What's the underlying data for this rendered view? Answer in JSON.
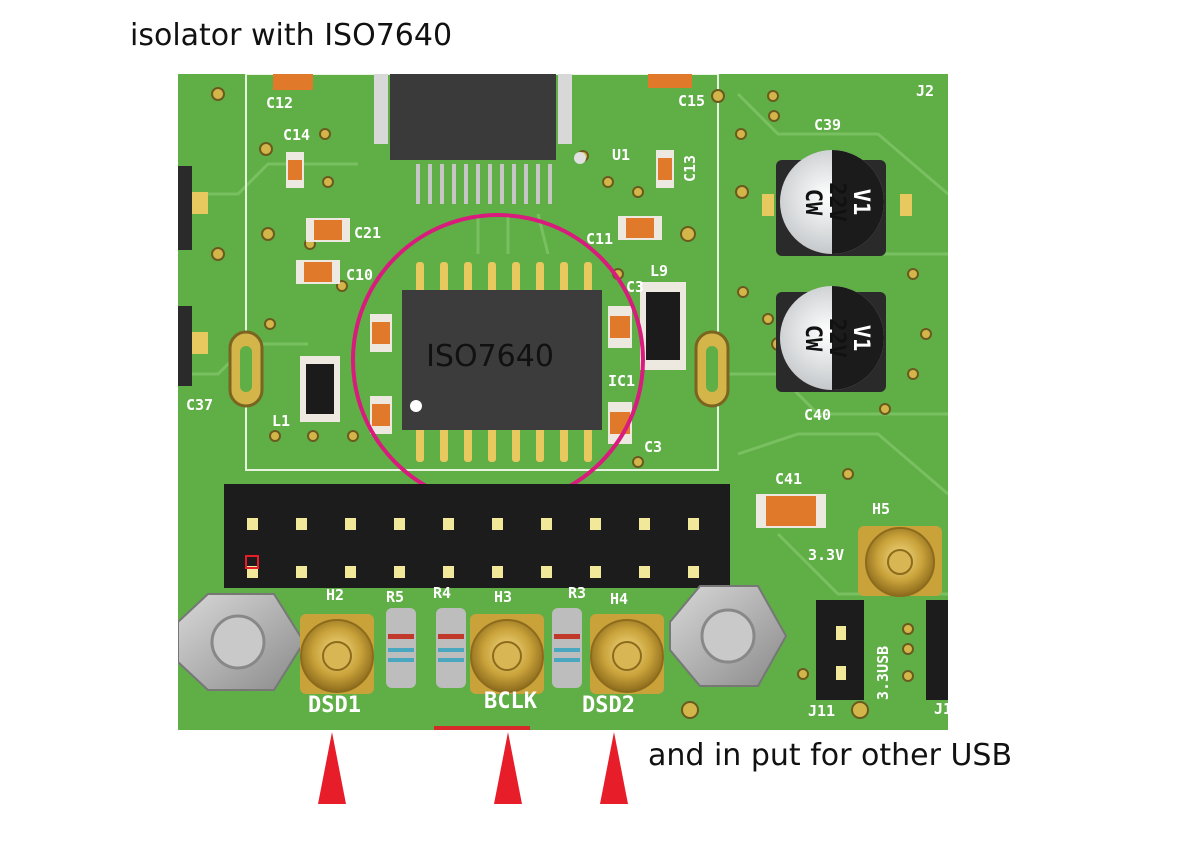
{
  "title": "isolator with ISO7640",
  "note": "and in put for other USB",
  "chip_label": "ISO7640",
  "silkscreen": {
    "c12": "C12",
    "c14": "C14",
    "c15": "C15",
    "c13": "C13",
    "c11": "C11",
    "c21": "C21",
    "c10": "C10",
    "c39": "C39",
    "c40": "C40",
    "c41": "C41",
    "c37": "C37",
    "c3a": "C3",
    "c3b": "C3",
    "u1": "U1",
    "ic1": "IC1",
    "l1": "L1",
    "l9": "L9",
    "j2": "J2",
    "j11": "J11",
    "j1": "J1",
    "h2": "H2",
    "h3": "H3",
    "h4": "H4",
    "h5": "H5",
    "r5": "R5",
    "r4": "R4",
    "r3": "R3",
    "v33": "3.3V",
    "usb33": "3.3USB",
    "dsd1": "DSD1",
    "bclk": "BCLK",
    "dsd2": "DSD2"
  },
  "capacitor_marking": {
    "rating": "22V",
    "type": "CW",
    "index": "V1"
  },
  "colors": {
    "pcb": "#5fae46",
    "silk": "#ffffff",
    "highlight_circle": "#d81b7c",
    "arrow": "#e81d2a",
    "chip": "#3c3c3c"
  }
}
